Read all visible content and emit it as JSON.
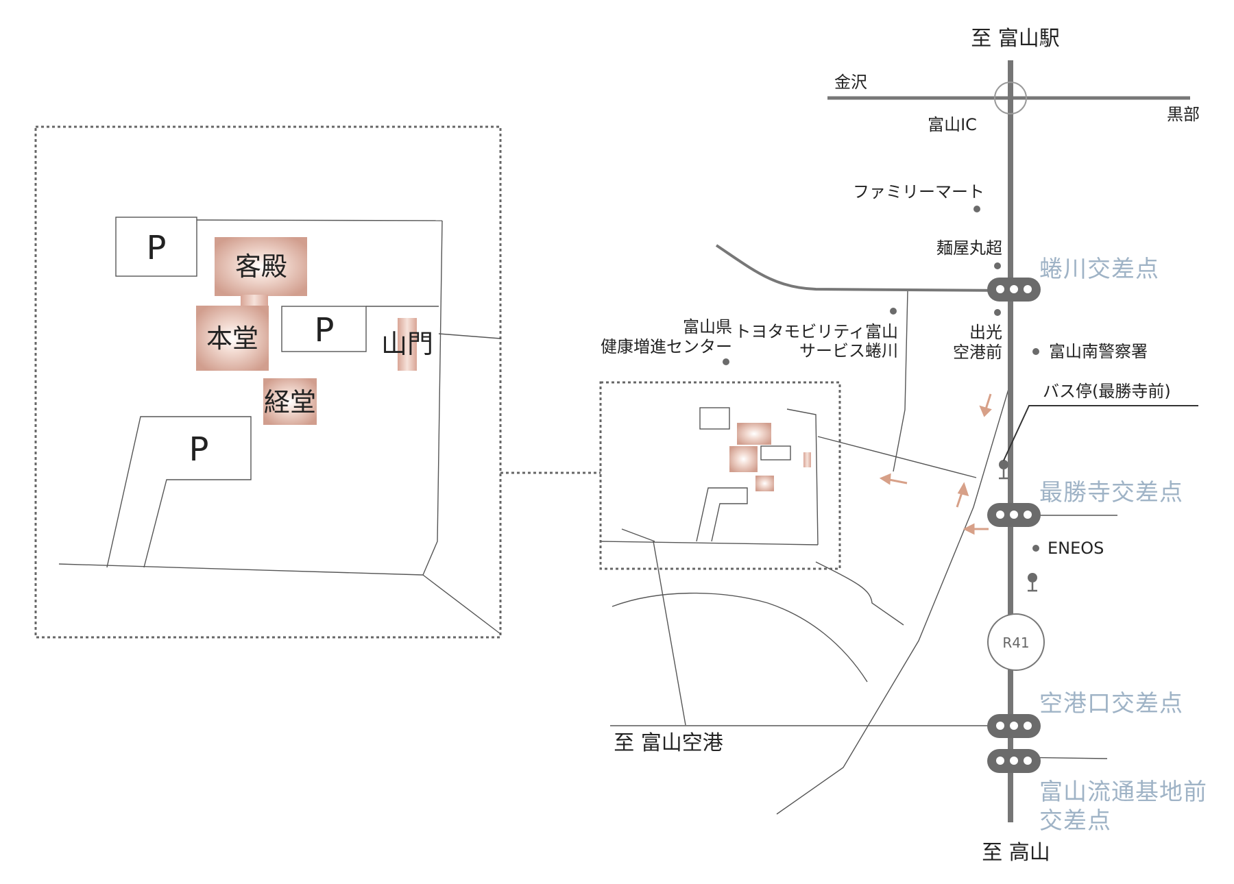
{
  "colors": {
    "main_road": "#757575",
    "road": "#555555",
    "building": "#d9a596",
    "building_light": "#f7ebe6",
    "crossing_label": "#9fb3c6",
    "arrow": "#d7a088",
    "signal": "#6b6b6b"
  },
  "directions": {
    "north": "至 富山駅",
    "south": "至 高山",
    "west_airport": "至 富山空港",
    "west": "金沢",
    "east": "黒部"
  },
  "interchange": "富山IC",
  "route_marker": "R41",
  "crossings": [
    {
      "lines": [
        "蜷川交差点"
      ]
    },
    {
      "lines": [
        "最勝寺交差点"
      ]
    },
    {
      "lines": [
        "空港口交差点"
      ]
    },
    {
      "lines": [
        "富山流通基地前",
        "交差点"
      ]
    }
  ],
  "landmarks": {
    "family_mart": "ファミリーマート",
    "menya": "麺屋丸超",
    "toyota_line1": "トヨタモビリティ富山",
    "toyota_line2": "サービス蜷川",
    "kenko_line1": "富山県",
    "kenko_line2": "健康増進センター",
    "idemitsu_line1": "出光",
    "idemitsu_line2": "空港前",
    "police": "富山南警察署",
    "bus_stop": "バス停(最勝寺前)",
    "eneos": "ENEOS"
  },
  "temple_detail": {
    "kyakuden": "客殿",
    "hondo": "本堂",
    "kyodo": "経堂",
    "sanmon": "山門",
    "parking_label": "P"
  }
}
